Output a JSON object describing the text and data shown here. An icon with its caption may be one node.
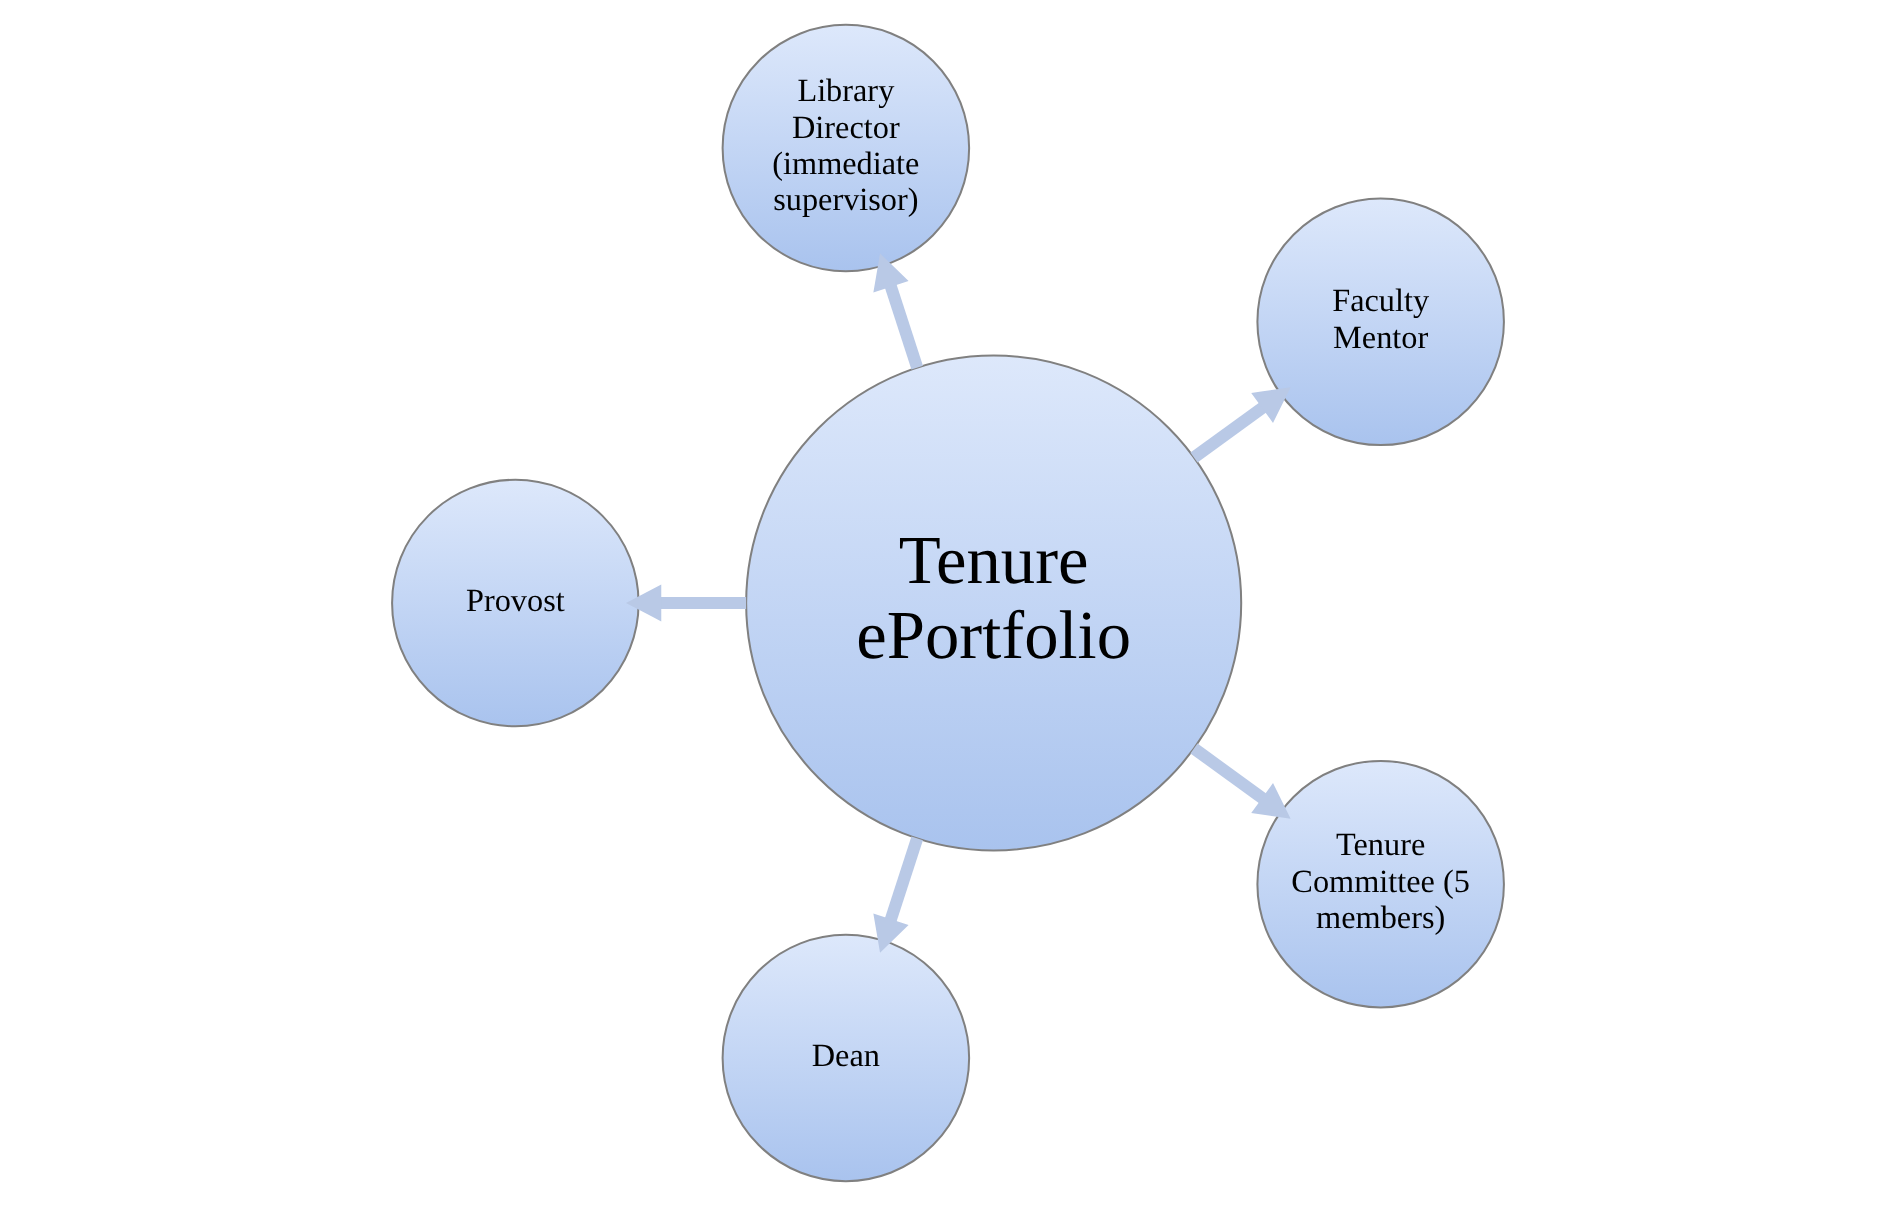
{
  "diagram": {
    "nodes": [
      {
        "text": [
          "Faculty Mentor"
        ]
      },
      {
        "text": [
          "Library Director (immediate supervisor)"
        ]
      },
      {
        "text": [
          "Provost"
        ]
      },
      {
        "text": [
          "Tenure ePortfolio"
        ]
      },
      {
        "text": [
          "Dean"
        ]
      },
      {
        "text": [
          "Tenure Committee (5 members)"
        ]
      }
    ],
    "edges": [
      {
        "from": 3,
        "to": 0,
        "arrow": "to"
      },
      {
        "from": 3,
        "to": 1,
        "arrow": "to"
      },
      {
        "from": 3,
        "to": 2,
        "arrow": "to"
      },
      {
        "from": 3,
        "to": 4,
        "arrow": "to"
      },
      {
        "from": 3,
        "to": 5,
        "arrow": "to"
      }
    ]
  }
}
